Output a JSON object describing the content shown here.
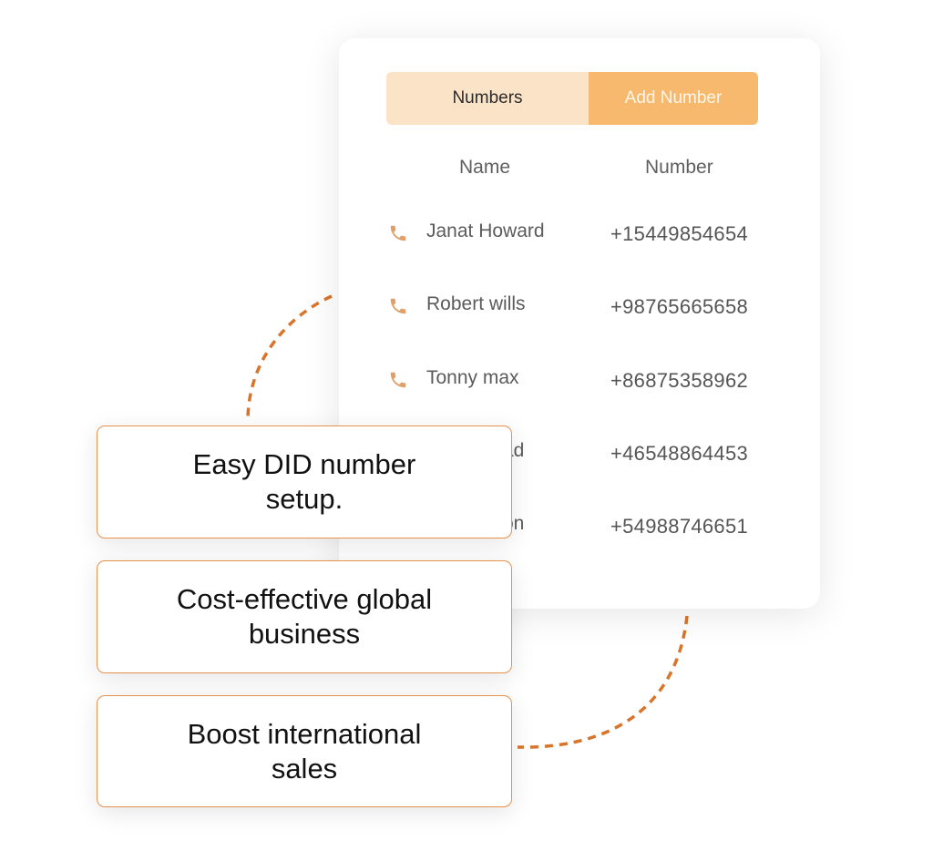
{
  "tabs": {
    "numbers": "Numbers",
    "add_number": "Add Number"
  },
  "columns": {
    "name": "Name",
    "number": "Number"
  },
  "contacts": [
    {
      "name": "Janat Howard",
      "number": "+15449854654"
    },
    {
      "name": "Robert wills",
      "number": "+98765665658"
    },
    {
      "name": "Tonny max",
      "number": "+86875358962"
    },
    {
      "name": "ad",
      "number": "+46548864453"
    },
    {
      "name": "on",
      "number": "+54988746651"
    }
  ],
  "features": [
    "Easy DID number setup.",
    "Cost-effective global business",
    "Boost international sales"
  ],
  "colors": {
    "accent": "#f6b96d",
    "tab_bg": "#fbe3c7",
    "connector": "#d9742b",
    "border": "#e8914a",
    "phone_icon": "#e0a06a"
  }
}
